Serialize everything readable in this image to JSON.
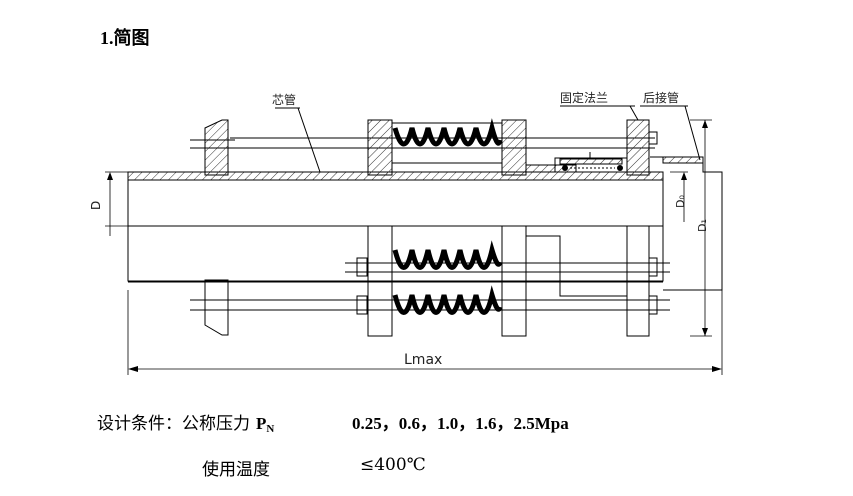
{
  "title": "1.简图",
  "labels": {
    "core_pipe": "芯管",
    "fixed_flange": "固定法兰",
    "rear_pipe": "后接管",
    "lmax": "Lmax",
    "d": "D",
    "d0": "D₀",
    "d1": "D₁"
  },
  "conditions": {
    "prefix": "设计条件：",
    "pressure_label": "公称压力",
    "pn_symbol": "P",
    "pn_sub": "N",
    "pressure_values": "0.25，0.6，1.0，1.6，2.5Mpa",
    "temp_label": "使用温度",
    "temp_value": "≤400℃"
  }
}
